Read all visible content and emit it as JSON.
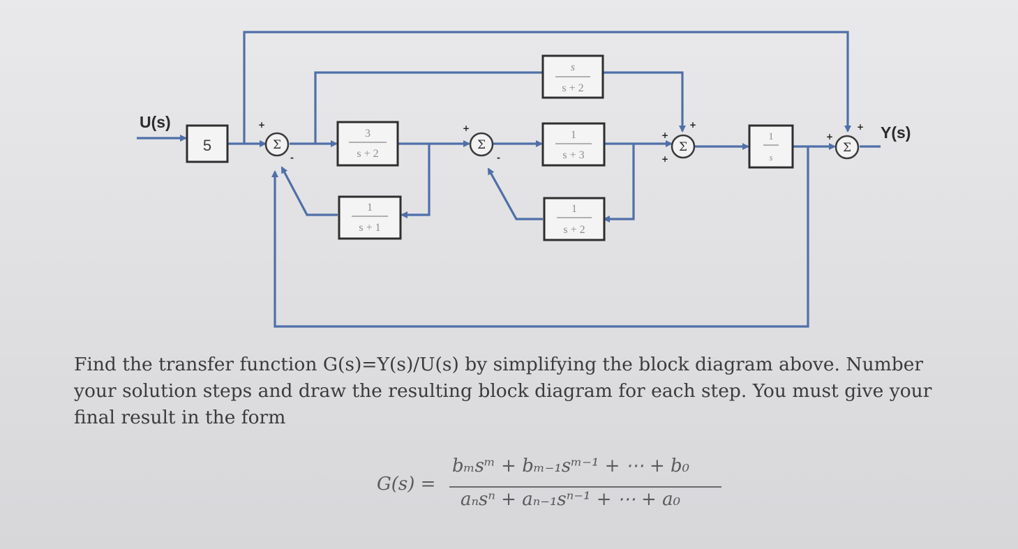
{
  "diagram": {
    "input_label": "U(s)",
    "output_label": "Y(s)",
    "gain": "5",
    "sum_symbol": "Σ",
    "blocks": {
      "b1": {
        "num": "3",
        "den": "s + 2"
      },
      "b2": {
        "num": "1",
        "den": "s + 1"
      },
      "b3": {
        "num": "s",
        "den": "s + 2"
      },
      "b4": {
        "num": "1",
        "den": "s + 3"
      },
      "b5": {
        "num": "1",
        "den": "s + 2"
      },
      "b6": {
        "num": "1",
        "den": "s"
      }
    },
    "signs": {
      "plus": "+",
      "minus": "-"
    }
  },
  "question": {
    "text": "Find the transfer function G(s)=Y(s)/U(s) by simplifying the block diagram above. Number your solution steps and draw the resulting block diagram for each step. You must give your final result in the form"
  },
  "formula": {
    "lhs": "G(s) =",
    "numerator": "bₘsᵐ + bₘ₋₁sᵐ⁻¹ + ⋯ + b₀",
    "denominator": "aₙsⁿ + aₙ₋₁sⁿ⁻¹ + ⋯ + a₀"
  }
}
